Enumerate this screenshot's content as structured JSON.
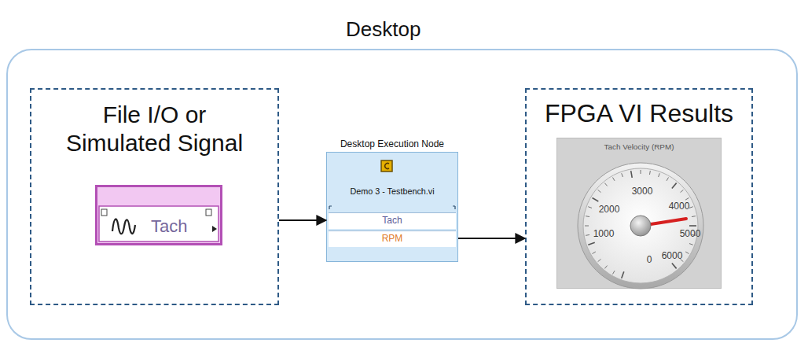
{
  "diagram": {
    "nodes": [
      {
        "text": [
          "Desktop"
        ]
      },
      {
        "text": [
          "File I/O or Simulated Signal"
        ],
        "in": 0
      },
      {
        "text": [
          "Tach"
        ],
        "in": 1
      },
      {
        "text": [
          "Desktop Execution Node",
          "Demo 3 - Testbench.vi",
          "Tach",
          "RPM"
        ],
        "in": 0
      },
      {
        "text": [
          "FPGA VI Results"
        ],
        "in": 0
      },
      {
        "text": [
          "Tach Velocity (RPM)"
        ],
        "in": 4
      }
    ],
    "edges": [
      {
        "from": 1,
        "to": 3,
        "arrow": "to"
      },
      {
        "from": 3,
        "to": 4,
        "arrow": "to"
      }
    ],
    "labels": [
      "3000",
      "2000",
      "4000",
      "1000",
      "5000",
      "0",
      "6000"
    ]
  }
}
